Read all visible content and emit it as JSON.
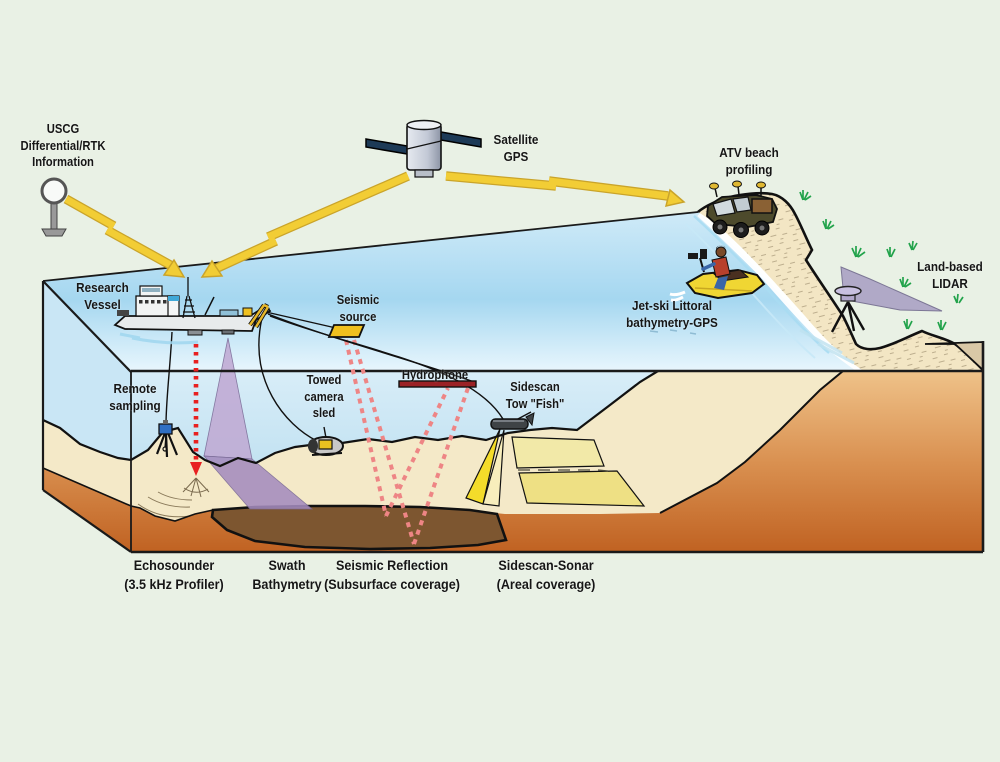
{
  "title": "Coastal and seafloor mapping systems diagram",
  "labels": {
    "uscg": "USCG\nDifferential/RTK\nInformation",
    "satellite": "Satellite\nGPS",
    "atv": "ATV beach\nprofiling",
    "research_vessel": "Research\nVessel",
    "jetski": "Jet-ski Littoral\nbathymetry-GPS",
    "lidar": "Land-based\nLIDAR",
    "seismic_source": "Seismic\nsource",
    "hydrophone": "Hydrophone",
    "remote_sampling": "Remote\nsampling",
    "towed_camera_sled": "Towed\ncamera\nsled",
    "sidescan_tow_fish": "Sidescan\nTow \"Fish\"",
    "echosounder": "Echosounder\n(3.5 kHz Profiler)",
    "swath_bathymetry": "Swath\nBathymetry",
    "seismic_reflection": "Seismic Reflection\n(Subsurface coverage)",
    "sidescan_sonar": "Sidescan-Sonar\n(Areal coverage)"
  },
  "colors": {
    "background": "#e9f1e5",
    "water_deep": "#a5d7f0",
    "water_light": "#e8f6fd",
    "sand": "#f4e9c8",
    "sediment_orange": "#d99050",
    "subsurface_brown": "#7d5630",
    "beach": "#f3e6c4",
    "swath_purple": "#b49fd0",
    "lidar_fan_purple": "#a79dc2",
    "signal_arrow_yellow": "#f2cd35",
    "survey_red": "#e82020",
    "seismic_ray_pink": "#ee8585",
    "sidescan_yellow": "#f4dc2a",
    "hydrophone_red": "#9b2226",
    "grass_green": "#22a34b"
  }
}
